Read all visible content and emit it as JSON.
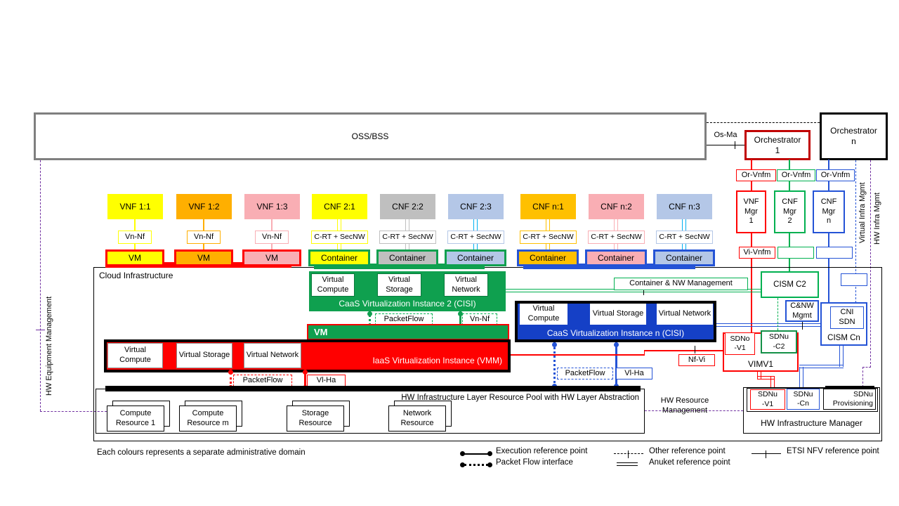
{
  "palette": {
    "yellow": "#FFFF00",
    "orange": "#FFAF00",
    "gold": "#FFC000",
    "pink": "#F9AEB4",
    "gray_fill": "#BFBFBF",
    "light_blue": "#B4C7E7",
    "green_fill": "#0FA04F",
    "green_line": "#00B050",
    "green_dark": "#149048",
    "blue_fill": "#1540C6",
    "blue_line": "#2453D6",
    "red": "#FF0000",
    "dark_red": "#C00000",
    "purple": "#7030A0",
    "cyan": "#00B0F0",
    "oss_border": "#7F7F7F",
    "black": "#000000"
  },
  "top": {
    "oss_label": "OSS/BSS",
    "os_ma": "Os-Ma",
    "orch1_line1": "Orchestrator",
    "orch1_line2": "1",
    "orchn_line1": "Orchestrator",
    "orchn_line2": "n"
  },
  "mgmt": {
    "or_vnfm_1": "Or-Vnfm",
    "or_vnfm_2": "Or-Vnfm",
    "or_vnfm_n": "Or-Vnfm",
    "vnf_mgr": [
      "VNF",
      "Mgr",
      "1"
    ],
    "cnf_mgr_2": [
      "CNF",
      "Mgr",
      "2"
    ],
    "cnf_mgr_n": [
      "CNF",
      "Mgr",
      "n"
    ],
    "vi_vnfm": "Vi-Vnfm"
  },
  "side": {
    "virtual_infra_mgmt": "Virtual Infra Mgmt",
    "hw_infra_mgmt": "HW Infra Mgmt",
    "hw_equipment_mgmt": "HW Equipment Management",
    "hw_resource_mgmt_line1": "HW Resource",
    "hw_resource_mgmt_line2": "Management"
  },
  "nf_row": {
    "items": [
      {
        "label": "VNF 1:1",
        "iface": "Vn-Nf",
        "runtime": "VM",
        "fill": "#FFFF00",
        "line": "#FFFF00",
        "iface_border": "#FFFF00",
        "runtime_border": "#FF0000"
      },
      {
        "label": "VNF 1:2",
        "iface": "Vn-Nf",
        "runtime": "VM",
        "fill": "#FFAF00",
        "line": "#FFAF00",
        "iface_border": "#FFAF00",
        "runtime_border": "#FF0000"
      },
      {
        "label": "VNF 1:3",
        "iface": "Vn-Nf",
        "runtime": "VM",
        "fill": "#F9AEB4",
        "line": "#F9AEB4",
        "iface_border": "#F9AEB4",
        "runtime_border": "#FF0000"
      },
      {
        "label": "CNF 2:1",
        "iface": "C-RT + SecNW",
        "runtime": "Container",
        "fill": "#FFFF00",
        "line": "#FFFF00",
        "iface_border": "#FFFF00",
        "runtime_border": "#0FA04F"
      },
      {
        "label": "CNF 2:2",
        "iface": "C-RT + SecNW",
        "runtime": "Container",
        "fill": "#BFBFBF",
        "line": "#BFBFBF",
        "iface_border": "#BFBFBF",
        "runtime_border": "#0FA04F"
      },
      {
        "label": "CNF 2:3",
        "iface": "C-RT + SecNW",
        "runtime": "Container",
        "fill": "#B4C7E7",
        "line": "#00B0F0",
        "iface_border": "#B4C7E7",
        "runtime_border": "#0FA04F"
      },
      {
        "label": "CNF n:1",
        "iface": "C-RT + SecNW",
        "runtime": "Container",
        "fill": "#FFC000",
        "line": "#FFC000",
        "iface_border": "#FFC000",
        "runtime_border": "#2453D6"
      },
      {
        "label": "CNF n:2",
        "iface": "C-RT + SecNW",
        "runtime": "Container",
        "fill": "#F9AEB4",
        "line": "#F9AEB4",
        "iface_border": "#F9AEB4",
        "runtime_border": "#2453D6"
      },
      {
        "label": "CNF n:3",
        "iface": "C-RT + SecNW",
        "runtime": "Container",
        "fill": "#B4C7E7",
        "line": "#00B0F0",
        "iface_border": "#B4C7E7",
        "runtime_border": "#2453D6"
      }
    ]
  },
  "cloud": {
    "title": "Cloud  Infrastructure",
    "caas2": {
      "title": "CaaS Virtualization Instance 2 (CISI)",
      "cells": [
        "Virtual Compute",
        "Virtual Storage",
        "Virtual Network"
      ]
    },
    "caasn": {
      "title": "CaaS Virtualization Instance n (CISI)",
      "cells": [
        "Virtual Compute",
        "Virtual Storage",
        "Virtual Network"
      ]
    },
    "iaas": {
      "title": "IaaS Virtualization Instance (VMM)",
      "cells": [
        "Virtual Compute",
        "Virtual Storage",
        "Virtual Network"
      ]
    },
    "vm_bar": "VM",
    "labels": {
      "packetflow_green": "PacketFlow",
      "vn_nf": "Vn-Nf",
      "packetflow_red": "PacketFlow",
      "vl_ha_red": "Vl-Ha",
      "packetflow_blue": "PacketFlow",
      "vl_ha_blue": "Vl-Ha",
      "nf_vi": "Nf-Vi",
      "container_nw": "Container & NW  Management"
    },
    "mano": {
      "cism_c2": "CISM C2",
      "cnw_mgmt": [
        "C&NW",
        "Mgmt"
      ],
      "cism_cn": "CISM Cn",
      "cni_sdn": [
        "CNI",
        "SDN"
      ],
      "vim_title": "VIMV1",
      "sdno_v1": [
        "SDNo",
        "-V1"
      ],
      "sdnu_c2": [
        "SDNu",
        "-C2"
      ]
    },
    "pool": {
      "title": "HW Infrastructure Layer Resource Pool with HW Layer Abstraction",
      "resources": [
        "Compute Resource 1",
        "Compute Resource m",
        "Storage Resource",
        "Network Resource"
      ]
    },
    "hw_mgr": {
      "title": "HW Infrastructure Manager",
      "sdnu_v1": [
        "SDNu",
        "-V1"
      ],
      "sdnu_cn": [
        "SDNu",
        "-Cn"
      ],
      "sdnu_prov_line1": "SDNu",
      "sdnu_prov_line2": "Provisioning"
    }
  },
  "legend": {
    "execution": "Execution reference point",
    "packet_flow": "Packet Flow interface",
    "other": "Other reference point",
    "anuket": "Anuket reference point",
    "etsi": "ETSI NFV reference point"
  },
  "footnote": "Each colours represents a separate administrative domain"
}
